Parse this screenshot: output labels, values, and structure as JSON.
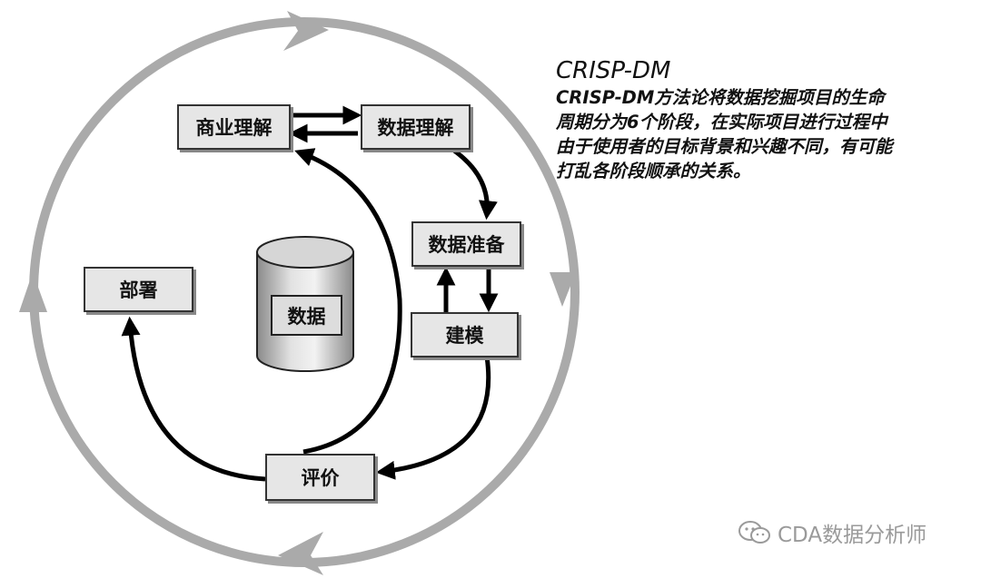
{
  "title": "CRISP-DM",
  "description_lines": [
    "CRISP-DM方法论将数据挖掘项目的生命",
    "周期分为6个阶段，在实际项目进行过程中",
    "由于使用者的目标背景和兴趣不同，有可能",
    "打乱各阶段顺承的关系。"
  ],
  "phases": {
    "business_understanding": "商业理解",
    "data_understanding": "数据理解",
    "data_preparation": "数据准备",
    "modeling": "建模",
    "evaluation": "评价",
    "deployment": "部署"
  },
  "data_store": "数据",
  "watermark": "CDA数据分析师",
  "colors": {
    "cycle_ring": "#aaaaaa",
    "box_fill": "#e6e6e6",
    "arrow": "#000000",
    "watermark": "#9a9a9a"
  }
}
